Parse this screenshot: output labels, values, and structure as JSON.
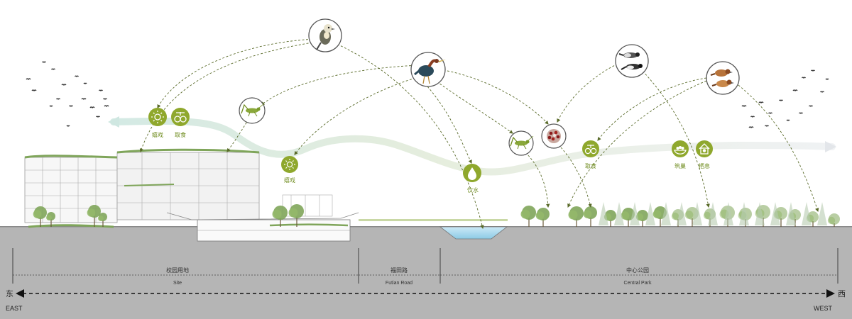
{
  "colors": {
    "ground": "#b5b5b5",
    "accent_green": "#8fa82d",
    "arc": "#5a6b2a",
    "flow_teal": "#cfe7e1",
    "flow_grey": "#e7ebdc",
    "water": "#a9d9ee",
    "tree": "#7fa55a"
  },
  "icons": [
    {
      "name": "sun-icon",
      "label": "嬉戏"
    },
    {
      "name": "fruit-icon",
      "label": "取食"
    },
    {
      "name": "sun-icon",
      "label": "嬉戏"
    },
    {
      "name": "water-drop-icon",
      "label": "饮水"
    },
    {
      "name": "fruit-icon",
      "label": "取食"
    },
    {
      "name": "nest-icon",
      "label": "筑巢"
    },
    {
      "name": "birdhouse-icon",
      "label": "栖息"
    }
  ],
  "bird_nodes": [
    "bird-1",
    "heron",
    "bird-pair-1",
    "bird-pair-2"
  ],
  "insect_nodes": [
    "grasshopper-1",
    "grasshopper-2",
    "berries"
  ],
  "zones": [
    {
      "cn": "校园用地",
      "en": "Site"
    },
    {
      "cn": "福田路",
      "en": "Futian Road"
    },
    {
      "cn": "中心公园",
      "en": "Central Park"
    }
  ],
  "direction": {
    "left_cn": "东",
    "left_en": "EAST",
    "right_cn": "西",
    "right_en": "WEST"
  }
}
